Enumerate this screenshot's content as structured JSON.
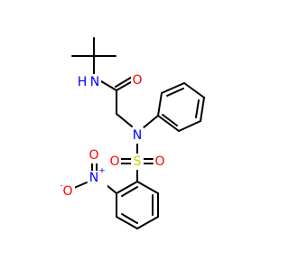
{
  "molecule": {
    "atoms": {
      "n_amide": {
        "text": "N",
        "color": "#0000ff"
      },
      "h_amide": {
        "text": "H",
        "color": "#0000ff"
      },
      "o_carbonyl": {
        "text": "O",
        "color": "#ff0000"
      },
      "n_sulfonamide": {
        "text": "N",
        "color": "#0000ff"
      },
      "s": {
        "text": "S",
        "color": "#cccc00"
      },
      "o_sulfonyl_left": {
        "text": "O",
        "color": "#ff0000"
      },
      "o_sulfonyl_right": {
        "text": "O",
        "color": "#ff0000"
      },
      "n_nitro": {
        "text": "N",
        "color": "#0000ff"
      },
      "n_nitro_charge": {
        "text": "+",
        "color": "#0000ff"
      },
      "o_nitro_top": {
        "text": "O",
        "color": "#ff0000"
      },
      "o_nitro_left": {
        "text": "O",
        "color": "#ff0000"
      },
      "o_nitro_charge": {
        "text": "-",
        "color": "#ff0000"
      }
    }
  }
}
